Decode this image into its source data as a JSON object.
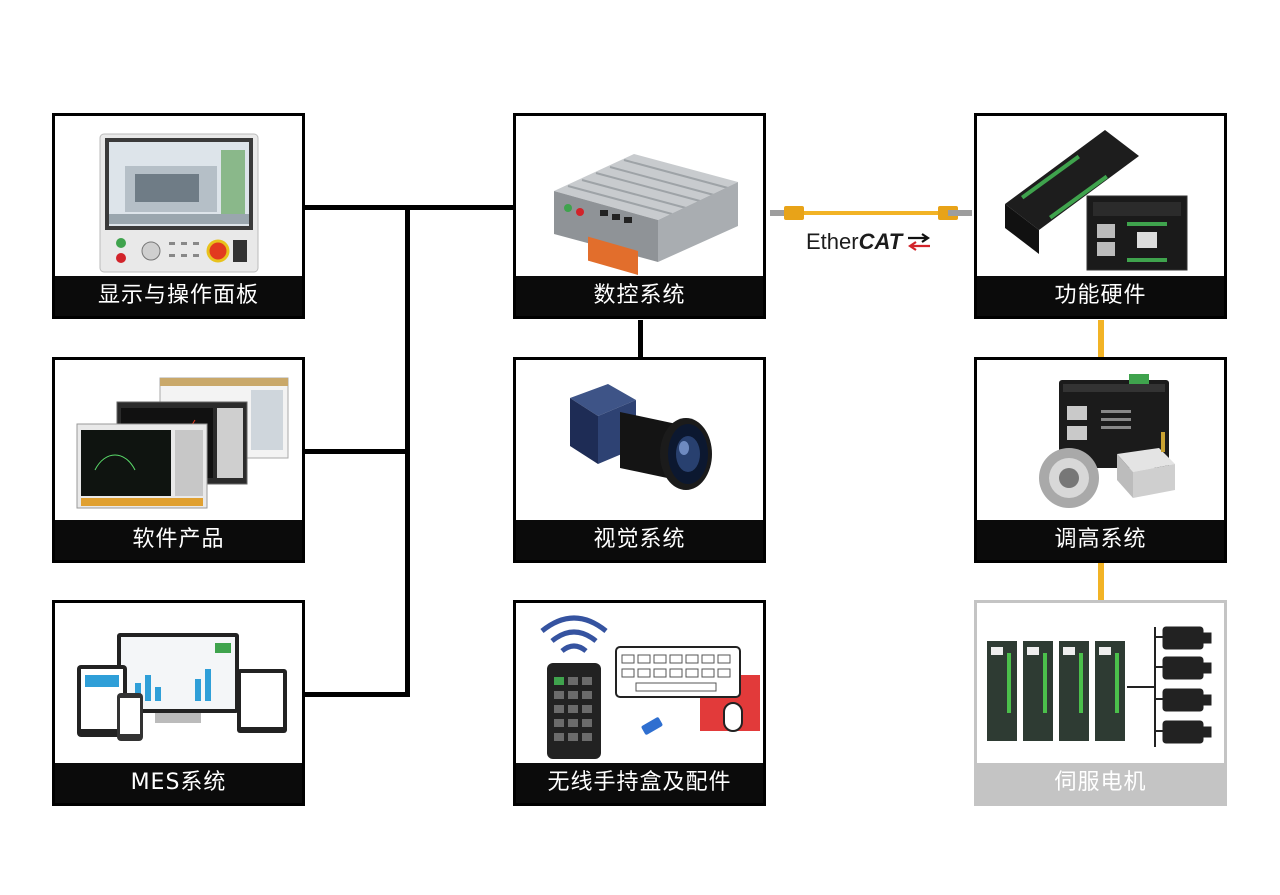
{
  "modules": {
    "hmi": {
      "label": "显示与操作面板"
    },
    "software": {
      "label": "软件产品"
    },
    "mes": {
      "label": "MES系统"
    },
    "cnc": {
      "label": "数控系统"
    },
    "vision": {
      "label": "视觉系统"
    },
    "wireless": {
      "label": "无线手持盒及配件"
    },
    "function_hw": {
      "label": "功能硬件"
    },
    "height": {
      "label": "调高系统"
    },
    "servo": {
      "label": "伺服电机"
    }
  },
  "bus": {
    "ether": "Ether",
    "cat": "CAT"
  },
  "colors": {
    "line": "#000000",
    "ethercat_cable": "#f2b325",
    "inactive": "#c4c4c4"
  }
}
